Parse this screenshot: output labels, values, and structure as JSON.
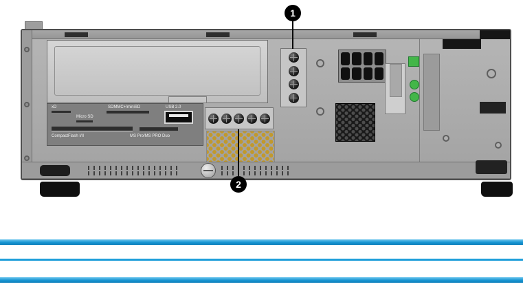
{
  "illustration": {
    "callouts": {
      "one": {
        "number": "1"
      },
      "two": {
        "number": "2"
      }
    },
    "card_reader": {
      "xd": "xD",
      "micro_sd": "Micro SD",
      "sdmmc": "SDMMC+/miniSD",
      "usb": "USB 2.0",
      "compact_flash": "CompactFlash I/II",
      "ms_pro": "MS Pro/MS PRO Duo"
    }
  },
  "colors": {
    "accent_blue": "#1795d2",
    "vent_yellow": "#c2992b",
    "led_green": "#43b649"
  }
}
